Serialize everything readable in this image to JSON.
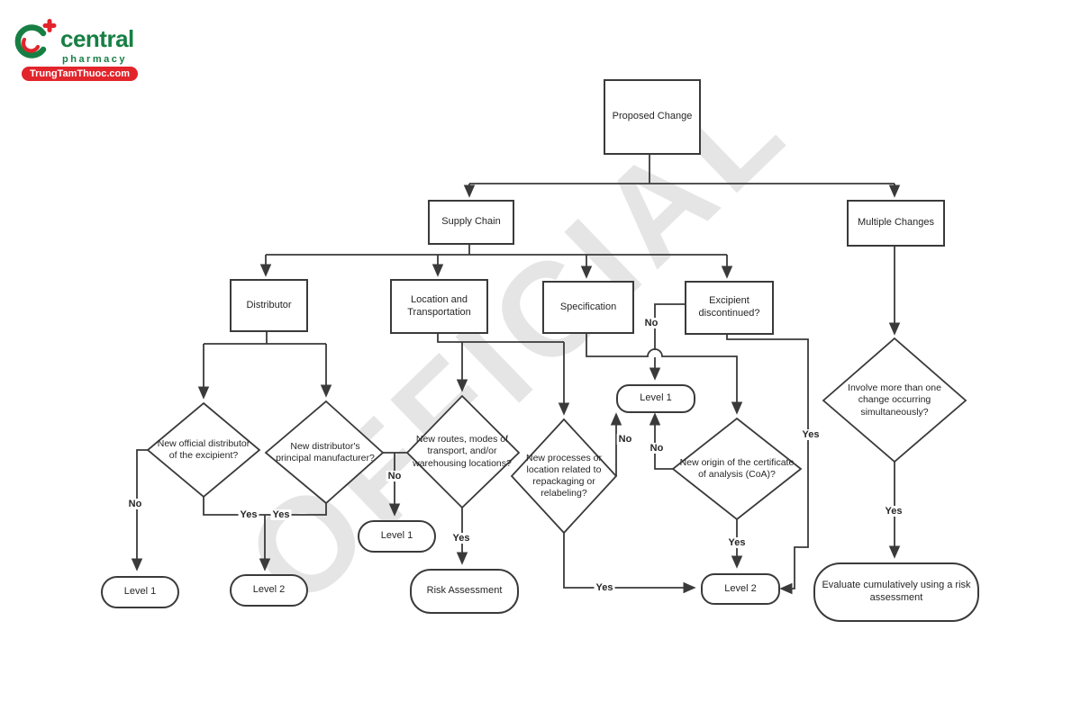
{
  "logo": {
    "brand": "central",
    "sub": "pharmacy",
    "badge": "TrungTamThuoc.com"
  },
  "watermark": "OFFICIAL",
  "labels": {
    "yes": "Yes",
    "no": "No"
  },
  "nodes": {
    "proposed_change": "Proposed Change",
    "supply_chain": "Supply Chain",
    "multiple_changes": "Multiple Changes",
    "distributor": "Distributor",
    "location_transportation": "Location and Transportation",
    "specification": "Specification",
    "excipient_discontinued": "Excipient discontinued?",
    "q_new_official_distributor": "New official distributor of the excipient?",
    "q_new_principal_manufacturer": "New distributor's principal manufacturer?",
    "q_new_routes": "New routes, modes of transport, and/or warehousing locations?",
    "q_new_processes": "New processes or location related to repackaging or relabeling?",
    "q_new_coa_origin": "New origin of the certificate of analysis (CoA)?",
    "q_multiple_simultaneous": "Involve more than one change occurring simultaneously?",
    "level1_a": "Level 1",
    "level2_a": "Level 2",
    "level1_b": "Level 1",
    "risk_assessment": "Risk Assessment",
    "level1_c": "Level 1",
    "level2_b": "Level 2",
    "evaluate_cumulatively": "Evaluate cumulatively using a risk assessment"
  },
  "colors": {
    "line": "#3a3a3a",
    "brand_green": "#177f44",
    "brand_red": "#e2242b",
    "watermark_gray": "#c6c6c6"
  }
}
